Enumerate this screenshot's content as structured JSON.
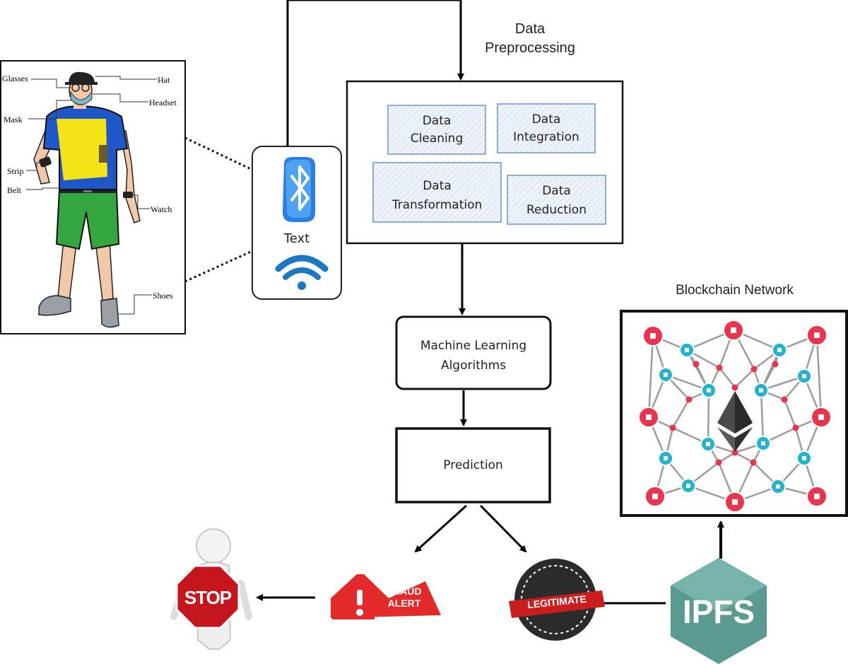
{
  "wearable": {
    "labels": {
      "glasses": "Glasses",
      "hat": "Hat",
      "headset": "Headset",
      "mask": "Mask",
      "strip": "Strip",
      "belt": "Belt",
      "watch": "Watch",
      "shoes": "Shoes"
    }
  },
  "connectivity": {
    "label": "Text"
  },
  "preprocessing": {
    "title_line1": "Data",
    "title_line2": "Preprocessing",
    "steps": [
      {
        "line1": "Data",
        "line2": "Cleaning"
      },
      {
        "line1": "Data",
        "line2": "Integration"
      },
      {
        "line1": "Data",
        "line2": "Transformation"
      },
      {
        "line1": "Data",
        "line2": "Reduction"
      }
    ]
  },
  "ml": {
    "line1": "Machine Learning",
    "line2": "Algorithms"
  },
  "prediction": {
    "label": "Prediction"
  },
  "outcomes": {
    "fraud_line1": "FRAUD",
    "fraud_line2": "ALERT",
    "legit": "LEGITIMATE",
    "stop": "STOP"
  },
  "ipfs": {
    "label": "IPFS"
  },
  "blockchain": {
    "title": "Blockchain Network"
  },
  "colors": {
    "node_red": "#e8344e",
    "node_cyan": "#22b3cf",
    "step_fill": "#eef3fa",
    "step_border": "#6f93c7",
    "ipfs_green": "#5b9a91"
  }
}
